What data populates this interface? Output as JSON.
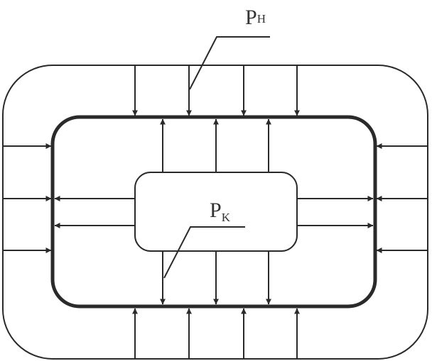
{
  "labels": {
    "outer_pressure": {
      "main": "P",
      "sub": "H"
    },
    "inner_pressure": {
      "main": "P",
      "sub": "K"
    }
  },
  "colors": {
    "stroke": "#2a2a2a",
    "background": "#ffffff"
  }
}
